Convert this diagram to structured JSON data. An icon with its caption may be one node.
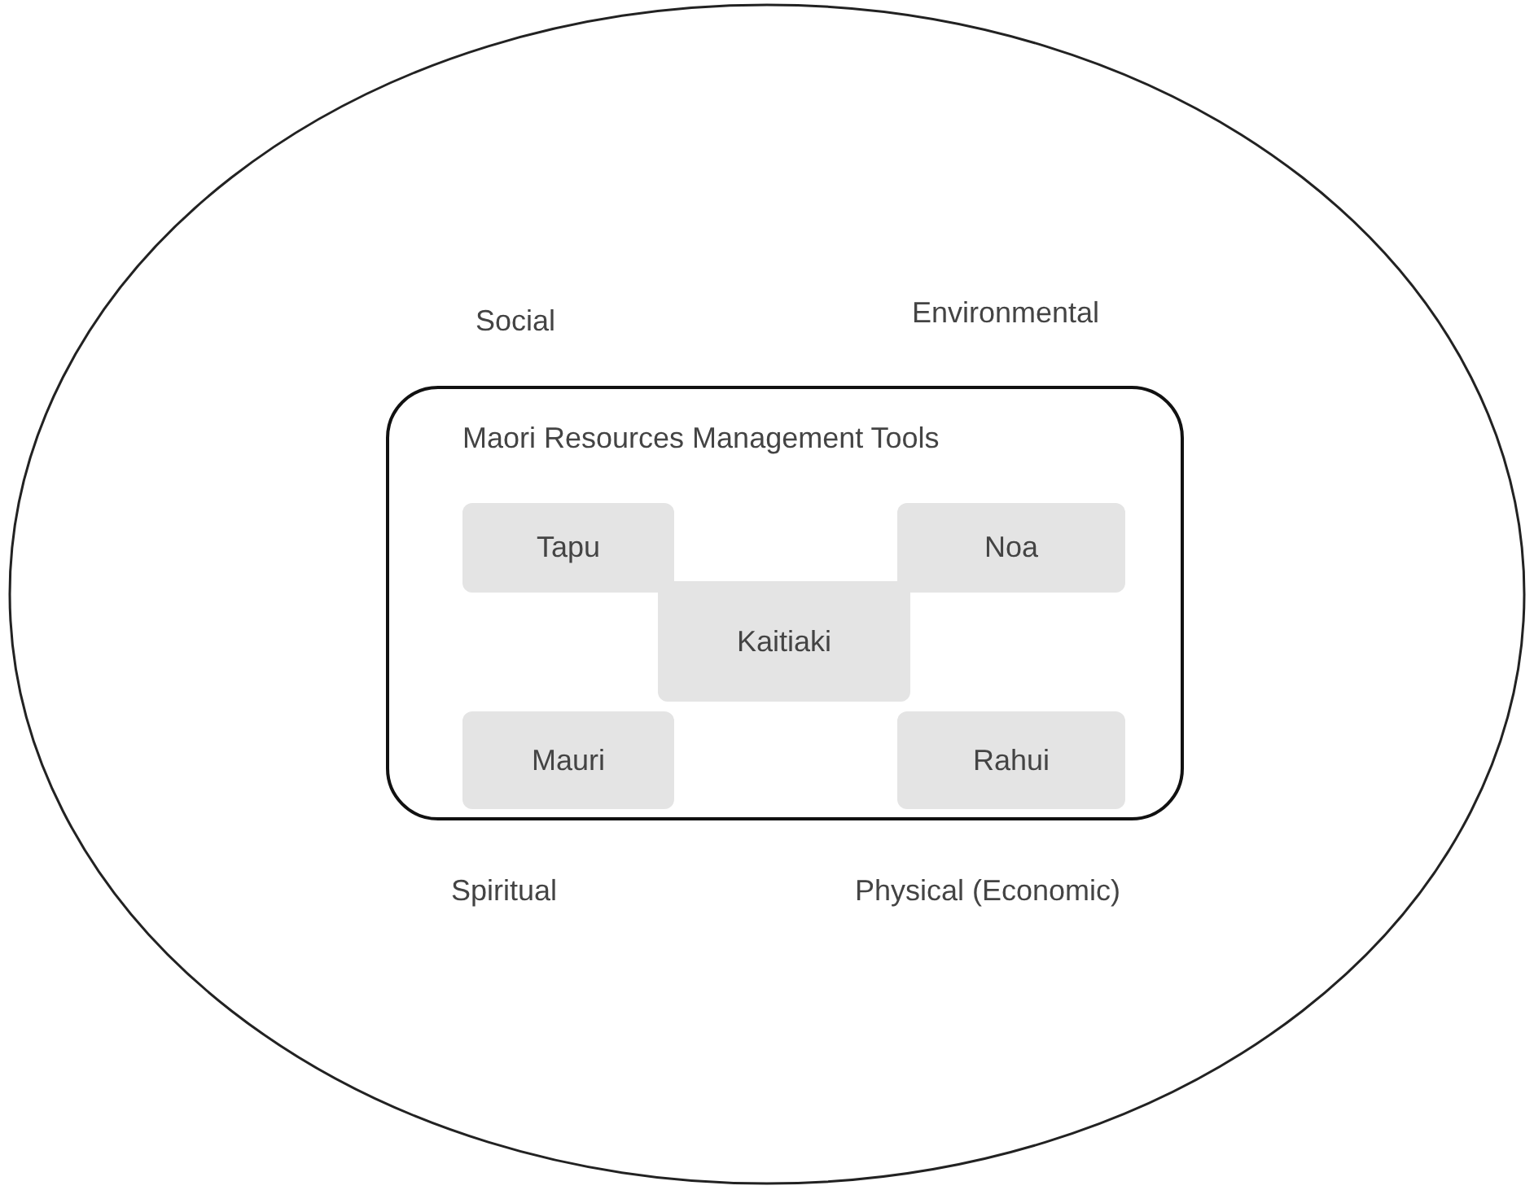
{
  "diagram": {
    "nodes": [
      {
        "text": [
          "Social",
          "Environmental",
          "Spiritual",
          "Physical (Economic)"
        ]
      },
      {
        "text": [
          "Maori Resources Management Tools"
        ],
        "in": 0
      },
      {
        "text": [
          "Tapu"
        ],
        "in": 1
      },
      {
        "text": [
          "Noa"
        ],
        "in": 1
      },
      {
        "text": [
          "Kaitiaki"
        ],
        "in": 1
      },
      {
        "text": [
          "Mauri"
        ],
        "in": 1
      },
      {
        "text": [
          "Rahui"
        ],
        "in": 1
      }
    ]
  }
}
